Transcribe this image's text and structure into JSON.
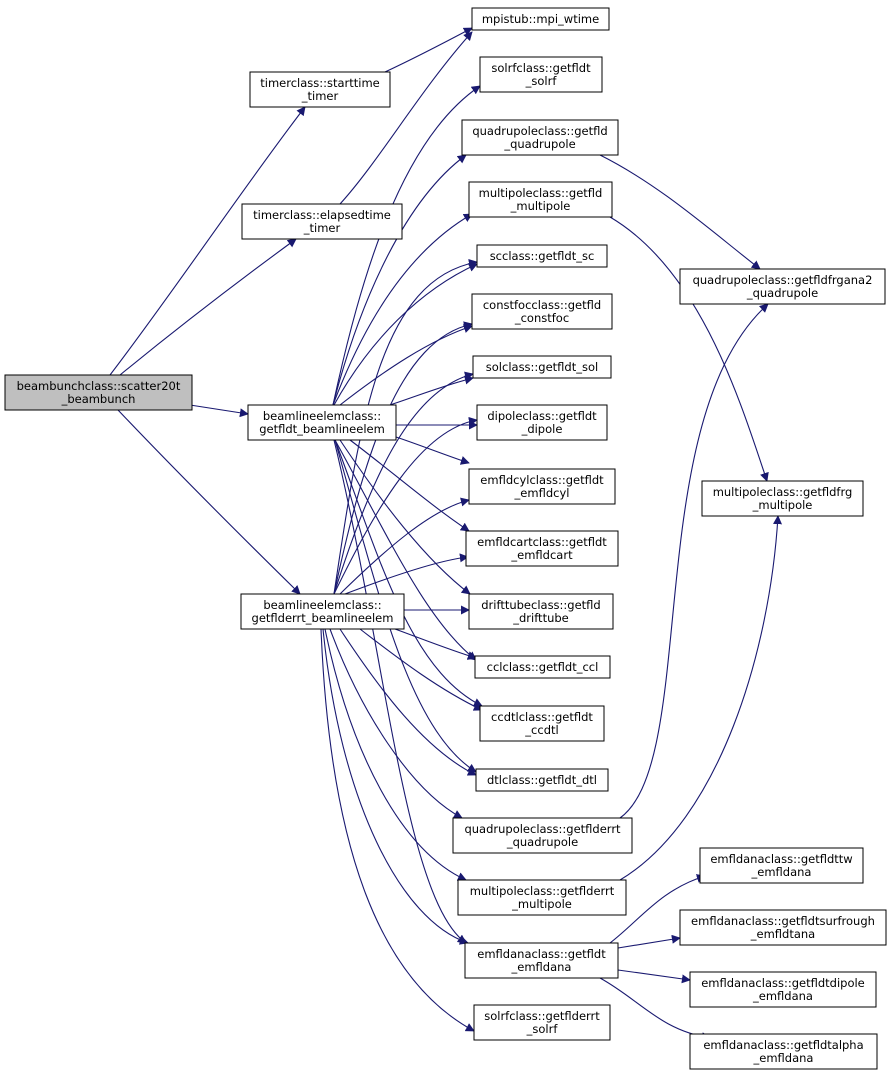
{
  "colors": {
    "edge": "#191970",
    "node_fill": "#ffffff",
    "root_fill": "#bfbfbf",
    "border": "#000000"
  },
  "nodes": [
    {
      "id": "root",
      "lines": [
        "beambunchclass::scatter20t",
        "_beambunch"
      ],
      "root": true
    },
    {
      "id": "starttime",
      "lines": [
        "timerclass::starttime",
        "_timer"
      ]
    },
    {
      "id": "elapsed",
      "lines": [
        "timerclass::elapsedtime",
        "_timer"
      ]
    },
    {
      "id": "fldt_ble",
      "lines": [
        "beamlineelemclass::",
        "getfldt_beamlineelem"
      ]
    },
    {
      "id": "flderrt_ble",
      "lines": [
        "beamlineelemclass::",
        "getflderrt_beamlineelem"
      ]
    },
    {
      "id": "mpi",
      "lines": [
        "mpistub::mpi_wtime"
      ]
    },
    {
      "id": "solrf",
      "lines": [
        "solrfclass::getfldt",
        "_solrf"
      ]
    },
    {
      "id": "quad_fld",
      "lines": [
        "quadrupoleclass::getfld",
        "_quadrupole"
      ]
    },
    {
      "id": "multi_fld",
      "lines": [
        "multipoleclass::getfld",
        "_multipole"
      ]
    },
    {
      "id": "sc",
      "lines": [
        "scclass::getfldt_sc"
      ]
    },
    {
      "id": "constfoc",
      "lines": [
        "constfocclass::getfld",
        "_constfoc"
      ]
    },
    {
      "id": "sol",
      "lines": [
        "solclass::getfldt_sol"
      ]
    },
    {
      "id": "dipole",
      "lines": [
        "dipoleclass::getfldt",
        "_dipole"
      ]
    },
    {
      "id": "emfldcyl",
      "lines": [
        "emfldcylclass::getfldt",
        "_emfldcyl"
      ]
    },
    {
      "id": "emfldcart",
      "lines": [
        "emfldcartclass::getfldt",
        "_emfldcart"
      ]
    },
    {
      "id": "drifttube",
      "lines": [
        "drifttubeclass::getfld",
        "_drifttube"
      ]
    },
    {
      "id": "ccl",
      "lines": [
        "cclclass::getfldt_ccl"
      ]
    },
    {
      "id": "ccdtl",
      "lines": [
        "ccdtlclass::getfldt",
        "_ccdtl"
      ]
    },
    {
      "id": "dtl",
      "lines": [
        "dtlclass::getfldt_dtl"
      ]
    },
    {
      "id": "quad_err",
      "lines": [
        "quadrupoleclass::getflderrt",
        "_quadrupole"
      ]
    },
    {
      "id": "multi_err",
      "lines": [
        "multipoleclass::getflderrt",
        "_multipole"
      ]
    },
    {
      "id": "emfldana",
      "lines": [
        "emfldanaclass::getfldt",
        "_emfldana"
      ]
    },
    {
      "id": "solrf_err",
      "lines": [
        "solrfclass::getflderrt",
        "_solrf"
      ]
    },
    {
      "id": "quad_frg",
      "lines": [
        "quadrupoleclass::getfldfrgana2",
        "_quadrupole"
      ]
    },
    {
      "id": "multi_frg",
      "lines": [
        "multipoleclass::getfldfrg",
        "_multipole"
      ]
    },
    {
      "id": "ana_tw",
      "lines": [
        "emfldanaclass::getfldttw",
        "_emfldana"
      ]
    },
    {
      "id": "ana_surf",
      "lines": [
        "emfldanaclass::getfldtsurfrough",
        "_emfldtana"
      ]
    },
    {
      "id": "ana_dip",
      "lines": [
        "emfldanaclass::getfldtdipole",
        "_emfldana"
      ]
    },
    {
      "id": "ana_alpha",
      "lines": [
        "emfldanaclass::getfldtalpha",
        "_emfldana"
      ]
    }
  ],
  "edges": [
    [
      "root",
      "starttime"
    ],
    [
      "root",
      "elapsed"
    ],
    [
      "root",
      "fldt_ble"
    ],
    [
      "root",
      "flderrt_ble"
    ],
    [
      "starttime",
      "mpi"
    ],
    [
      "elapsed",
      "mpi"
    ],
    [
      "fldt_ble",
      "solrf"
    ],
    [
      "fldt_ble",
      "quad_fld"
    ],
    [
      "fldt_ble",
      "multi_fld"
    ],
    [
      "fldt_ble",
      "sc"
    ],
    [
      "fldt_ble",
      "constfoc"
    ],
    [
      "fldt_ble",
      "sol"
    ],
    [
      "fldt_ble",
      "dipole"
    ],
    [
      "fldt_ble",
      "emfldcyl"
    ],
    [
      "fldt_ble",
      "emfldcart"
    ],
    [
      "fldt_ble",
      "drifttube"
    ],
    [
      "fldt_ble",
      "ccl"
    ],
    [
      "fldt_ble",
      "ccdtl"
    ],
    [
      "fldt_ble",
      "dtl"
    ],
    [
      "fldt_ble",
      "emfldana"
    ],
    [
      "flderrt_ble",
      "sc"
    ],
    [
      "flderrt_ble",
      "constfoc"
    ],
    [
      "flderrt_ble",
      "sol"
    ],
    [
      "flderrt_ble",
      "dipole"
    ],
    [
      "flderrt_ble",
      "emfldcyl"
    ],
    [
      "flderrt_ble",
      "emfldcart"
    ],
    [
      "flderrt_ble",
      "drifttube"
    ],
    [
      "flderrt_ble",
      "ccl"
    ],
    [
      "flderrt_ble",
      "ccdtl"
    ],
    [
      "flderrt_ble",
      "dtl"
    ],
    [
      "flderrt_ble",
      "quad_err"
    ],
    [
      "flderrt_ble",
      "multi_err"
    ],
    [
      "flderrt_ble",
      "emfldana"
    ],
    [
      "flderrt_ble",
      "solrf_err"
    ],
    [
      "quad_fld",
      "quad_frg"
    ],
    [
      "multi_fld",
      "multi_frg"
    ],
    [
      "quad_err",
      "quad_frg"
    ],
    [
      "multi_err",
      "multi_frg"
    ],
    [
      "emfldana",
      "ana_tw"
    ],
    [
      "emfldana",
      "ana_surf"
    ],
    [
      "emfldana",
      "ana_dip"
    ],
    [
      "emfldana",
      "ana_alpha"
    ]
  ]
}
